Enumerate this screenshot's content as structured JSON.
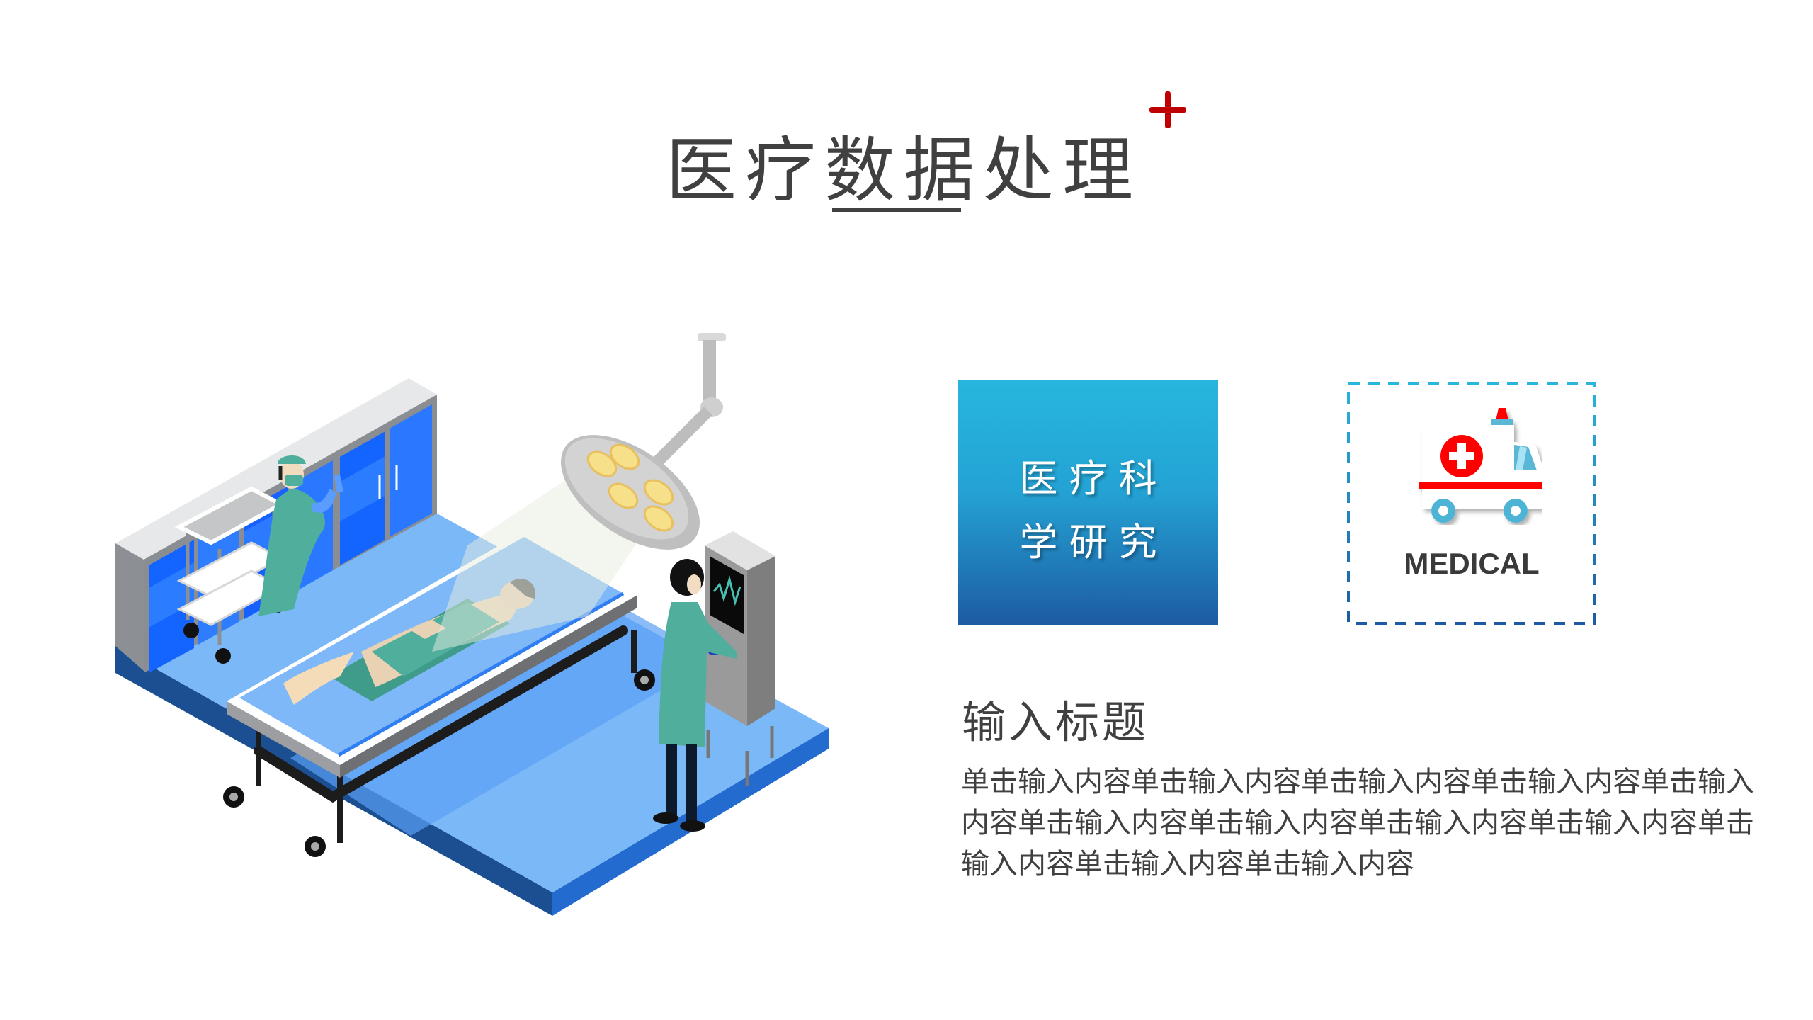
{
  "header": {
    "title": "医疗数据处理",
    "accent_icon": "red-plus-icon",
    "accent_color": "#C00000"
  },
  "illustration": {
    "description": "isometric operating room: glass cabinets, instrument cart, surgeon, patient on operating table, surgical lamp, nurse at monitor"
  },
  "cards": {
    "blue_card": {
      "line1": "医疗科",
      "line2": "学研究",
      "gradient_top": "#26B6DE",
      "gradient_bottom": "#1E5AA3"
    },
    "dashed_card": {
      "icon": "ambulance-icon",
      "label": "MEDICAL",
      "border_top": "#29B6DC",
      "border_bottom": "#1E5AA3"
    }
  },
  "section": {
    "heading": "输入标题",
    "body": "单击输入内容单击输入内容单击输入内容单击输入内容单击输入内容单击输入内容单击输入内容单击输入内容单击输入内容单击输入内容单击输入内容单击输入内容"
  }
}
